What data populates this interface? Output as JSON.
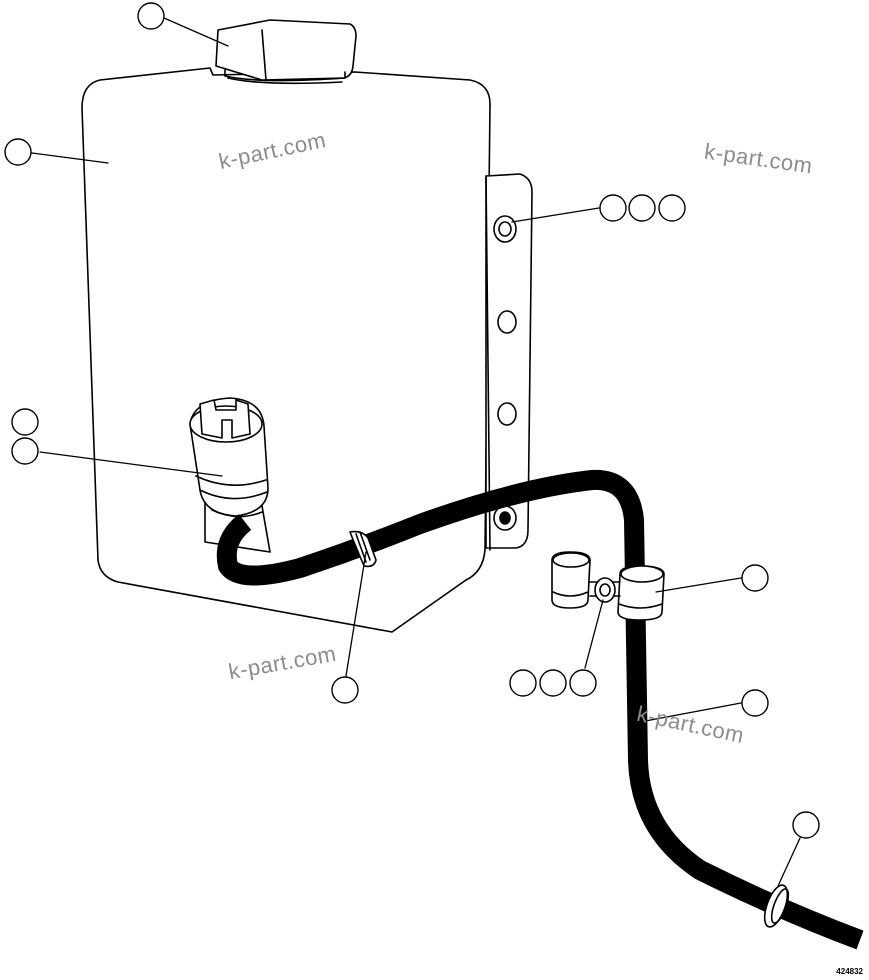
{
  "watermarks": [
    "k-part.com",
    "k-part.com",
    "k-part.com",
    "k-part.com"
  ],
  "drawing_code": "424832",
  "callouts": [
    "cap",
    "tank",
    "nut-group",
    "pump",
    "clip",
    "clamp",
    "bolt-group",
    "hose",
    "grommet"
  ]
}
